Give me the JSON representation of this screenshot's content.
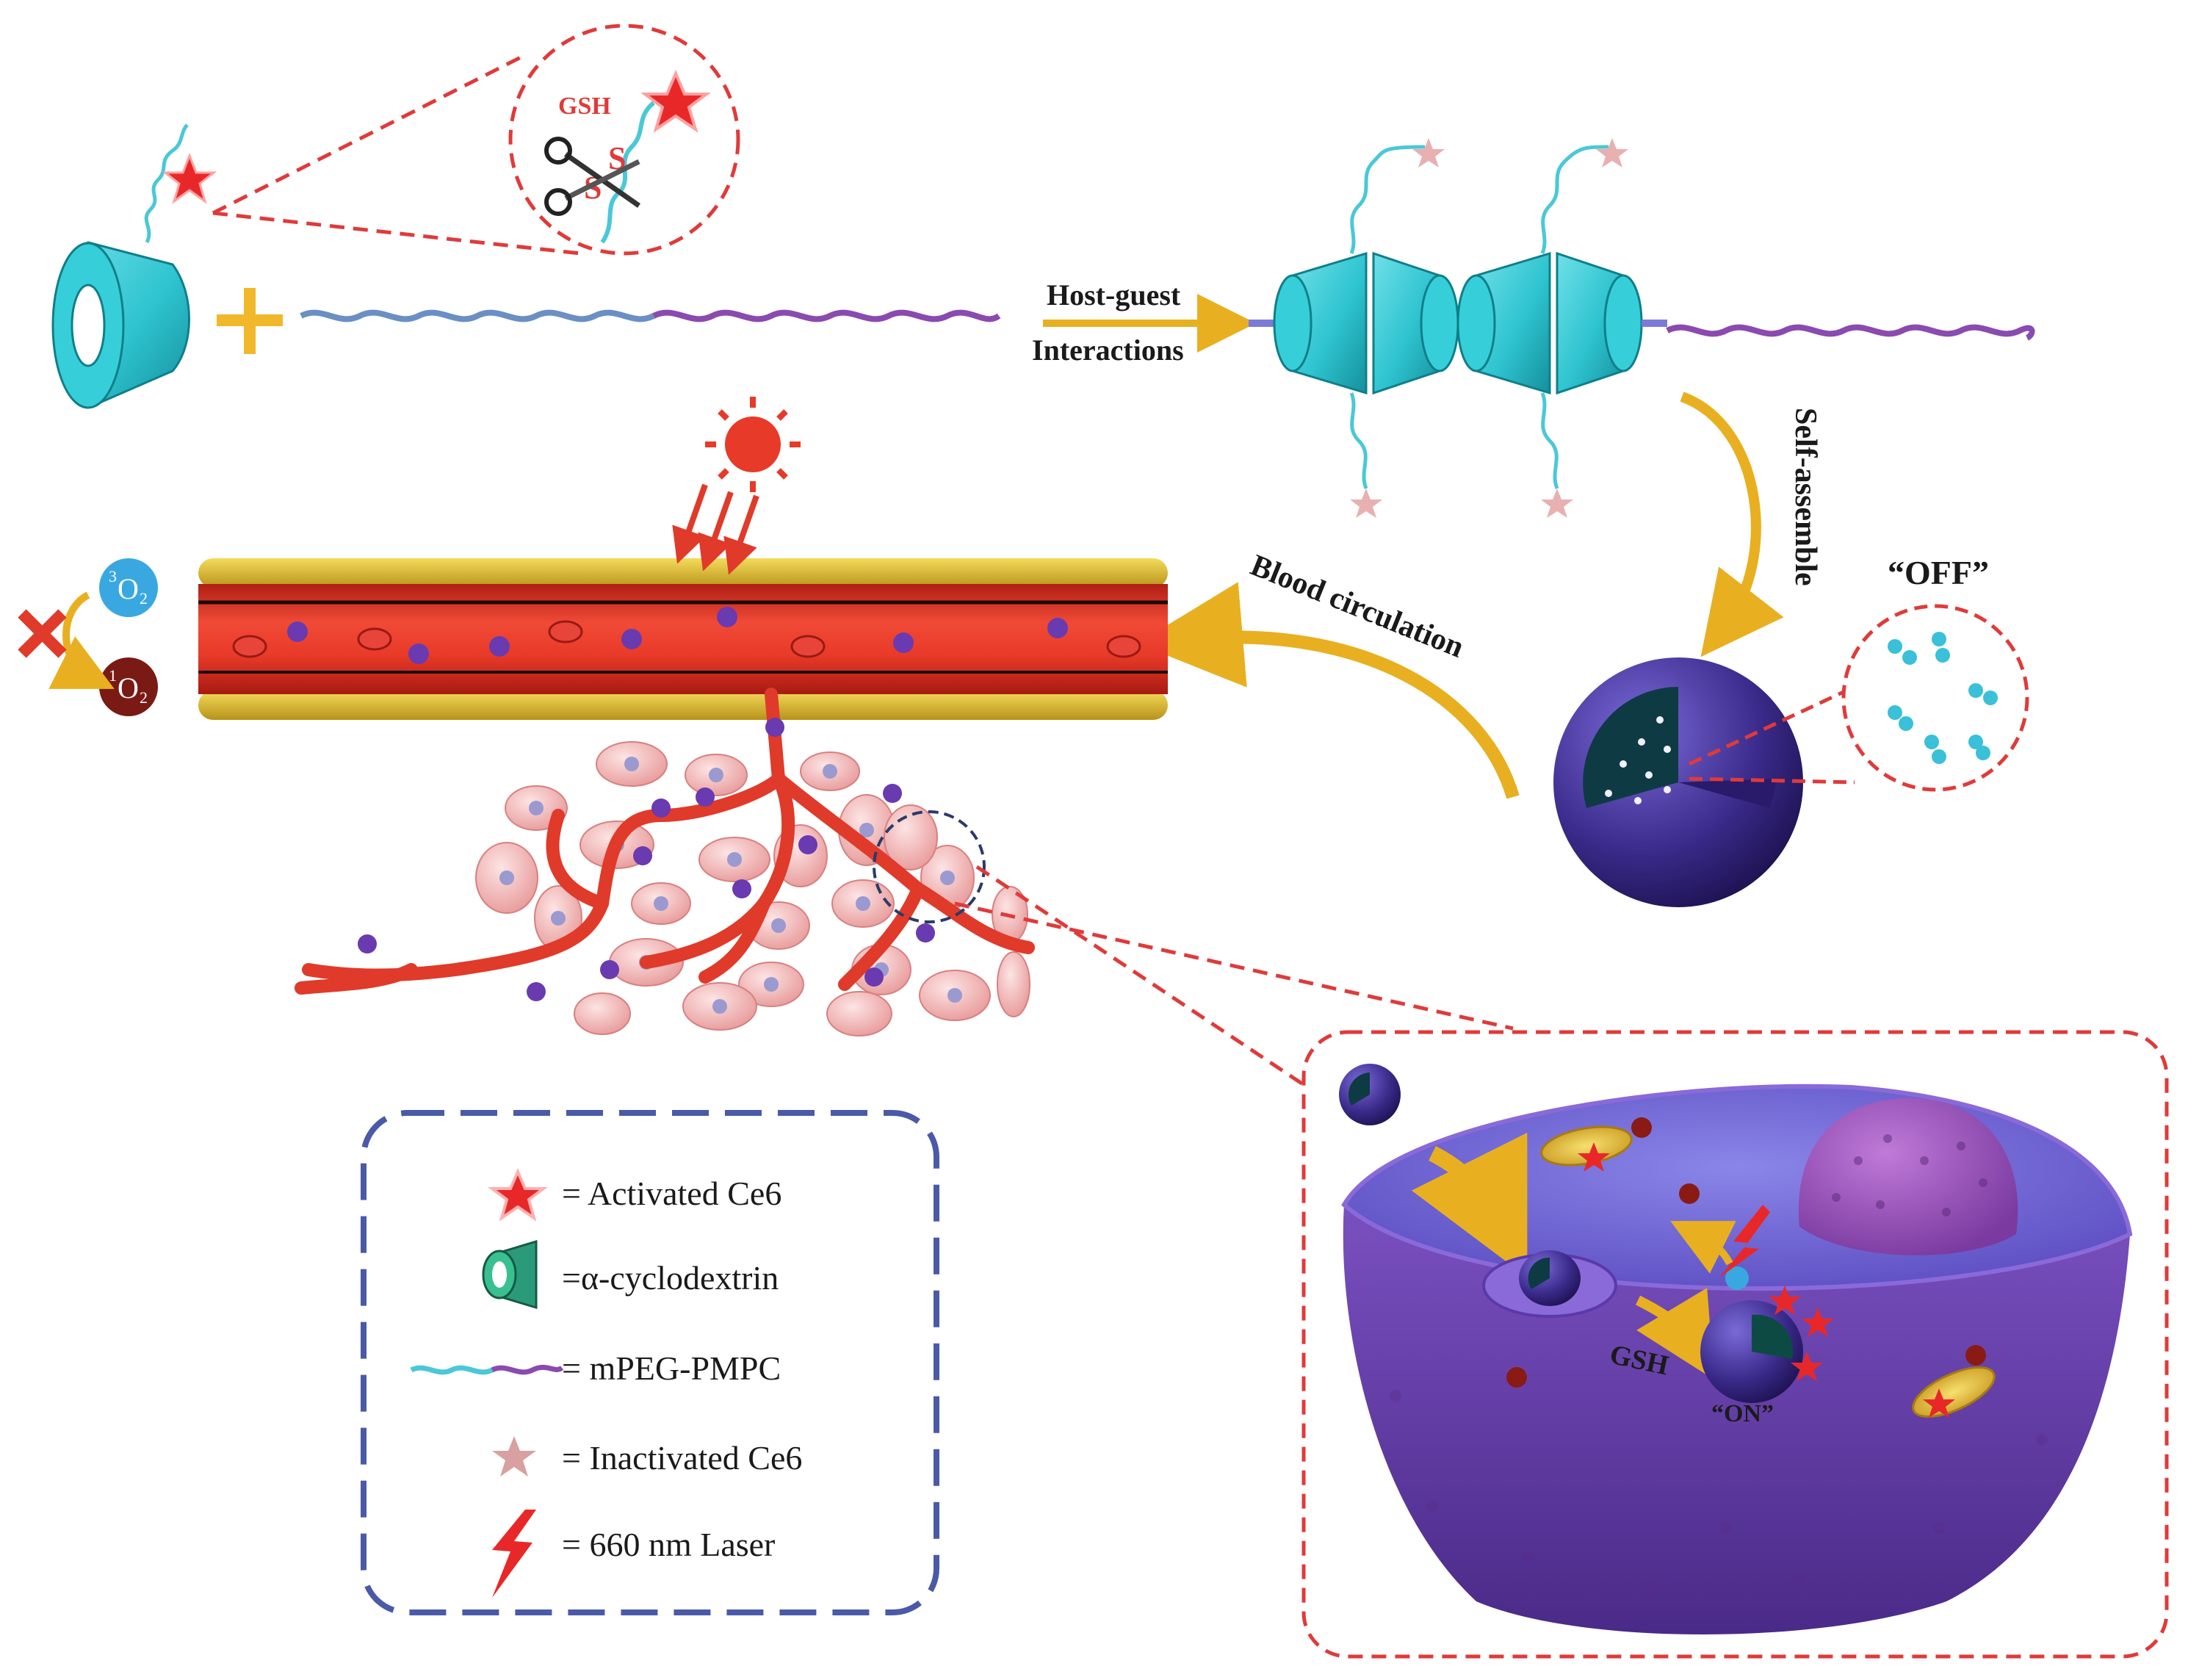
{
  "labels": {
    "gsh_top": "GSH",
    "host_guest_line1": "Host-guest",
    "host_guest_line2": "Interactions",
    "self_assemble": "Self-assemble",
    "blood_circulation": "Blood circulation",
    "off": "“OFF”",
    "on": "“ON”",
    "gsh_cell": "GSH",
    "o2_triplet_sup": "3",
    "o2_singlet_sup": "1",
    "o2_base": "O",
    "o2_sub": "2"
  },
  "legend": {
    "items": [
      {
        "icon": "activated-ce6-star-icon",
        "text": "=  Activated Ce6"
      },
      {
        "icon": "alpha-cyclodextrin-icon",
        "text": "=α-cyclodextrin"
      },
      {
        "icon": "mpeg-pmpc-chain-icon",
        "text": "= mPEG-PMPC"
      },
      {
        "icon": "inactivated-ce6-star-icon",
        "text": "=   Inactivated Ce6"
      },
      {
        "icon": "laser-bolt-icon",
        "text": "= 660 nm Laser"
      }
    ]
  },
  "colors": {
    "cyclodextrin": "#2ec4d0",
    "peg_chain": "#6a8fc4",
    "pmpc_chain": "#8a4ab0",
    "arrow_gold": "#e8b020",
    "vessel_red": "#e03a2a",
    "vessel_gold": "#d9b72a",
    "nanoparticle": "#3a2a8a",
    "cell_purple": "#6a4aa8",
    "dashed_red": "#e03a3a",
    "legend_blue": "#4a5aa8",
    "o2_blue": "#3aa8e0",
    "o2_dark": "#7a1a14"
  }
}
